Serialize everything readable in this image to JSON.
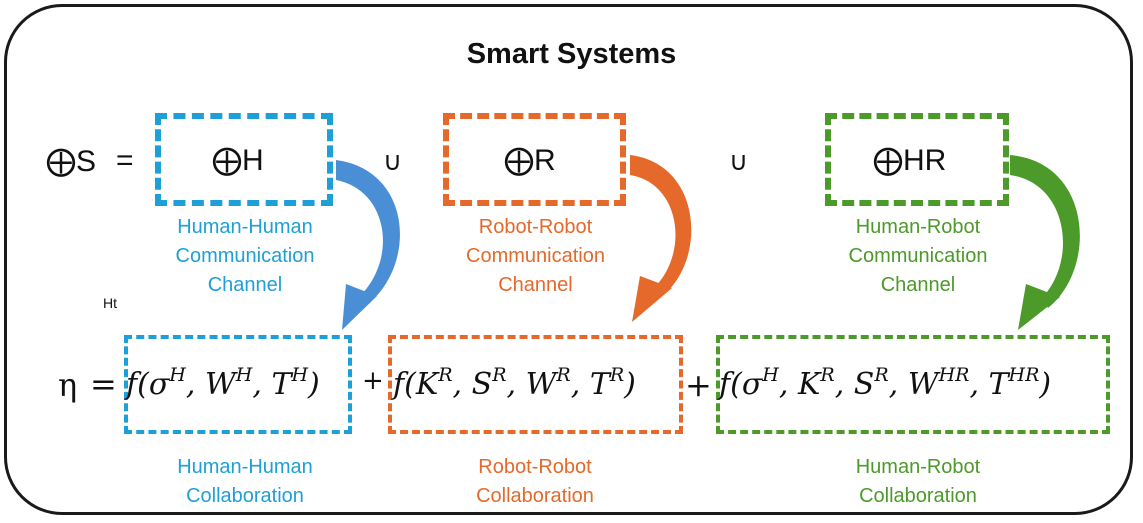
{
  "title": "Smart Systems",
  "top_row": {
    "lhs": "⨁S",
    "equals": "=",
    "union_1": "∪",
    "union_2": "∪",
    "box_h": "⨁H",
    "box_r": "⨁R",
    "box_hr": "⨁HR"
  },
  "channels": {
    "hh": [
      "Human-Human",
      "Communication",
      "Channel"
    ],
    "rr": [
      "Robot-Robot",
      "Communication",
      "Channel"
    ],
    "hr": [
      "Human-Robot",
      "Communication",
      "Channel"
    ]
  },
  "stray_label": "Ht",
  "equation": {
    "eta": "η",
    "equals": "=",
    "plus_1": "+",
    "plus_2": "+",
    "term_h": {
      "func": "f(",
      "args": [
        [
          "σ",
          "H"
        ],
        [
          "W",
          "H"
        ],
        [
          "T",
          "H"
        ]
      ],
      "close": ")"
    },
    "term_r": {
      "func": "f(",
      "args": [
        [
          "K",
          "R"
        ],
        [
          "S",
          "R"
        ],
        [
          "W",
          "R"
        ],
        [
          "T",
          "R"
        ]
      ],
      "close": ")"
    },
    "term_hr": {
      "func": "f(",
      "args": [
        [
          "σ",
          "H"
        ],
        [
          "K",
          "R"
        ],
        [
          "S",
          "R"
        ],
        [
          "W",
          "HR"
        ],
        [
          "T",
          "HR"
        ]
      ],
      "close": ")"
    }
  },
  "collaborations": {
    "hh": [
      "Human-Human",
      "Collaboration"
    ],
    "rr": [
      "Robot-Robot",
      "Collaboration"
    ],
    "hr": [
      "Human-Robot",
      "Collaboration"
    ]
  },
  "colors": {
    "blue": "#1e9fd8",
    "orange": "#e5692a",
    "green": "#4c9a2a",
    "arrow_blue": "#4a8fd6"
  }
}
